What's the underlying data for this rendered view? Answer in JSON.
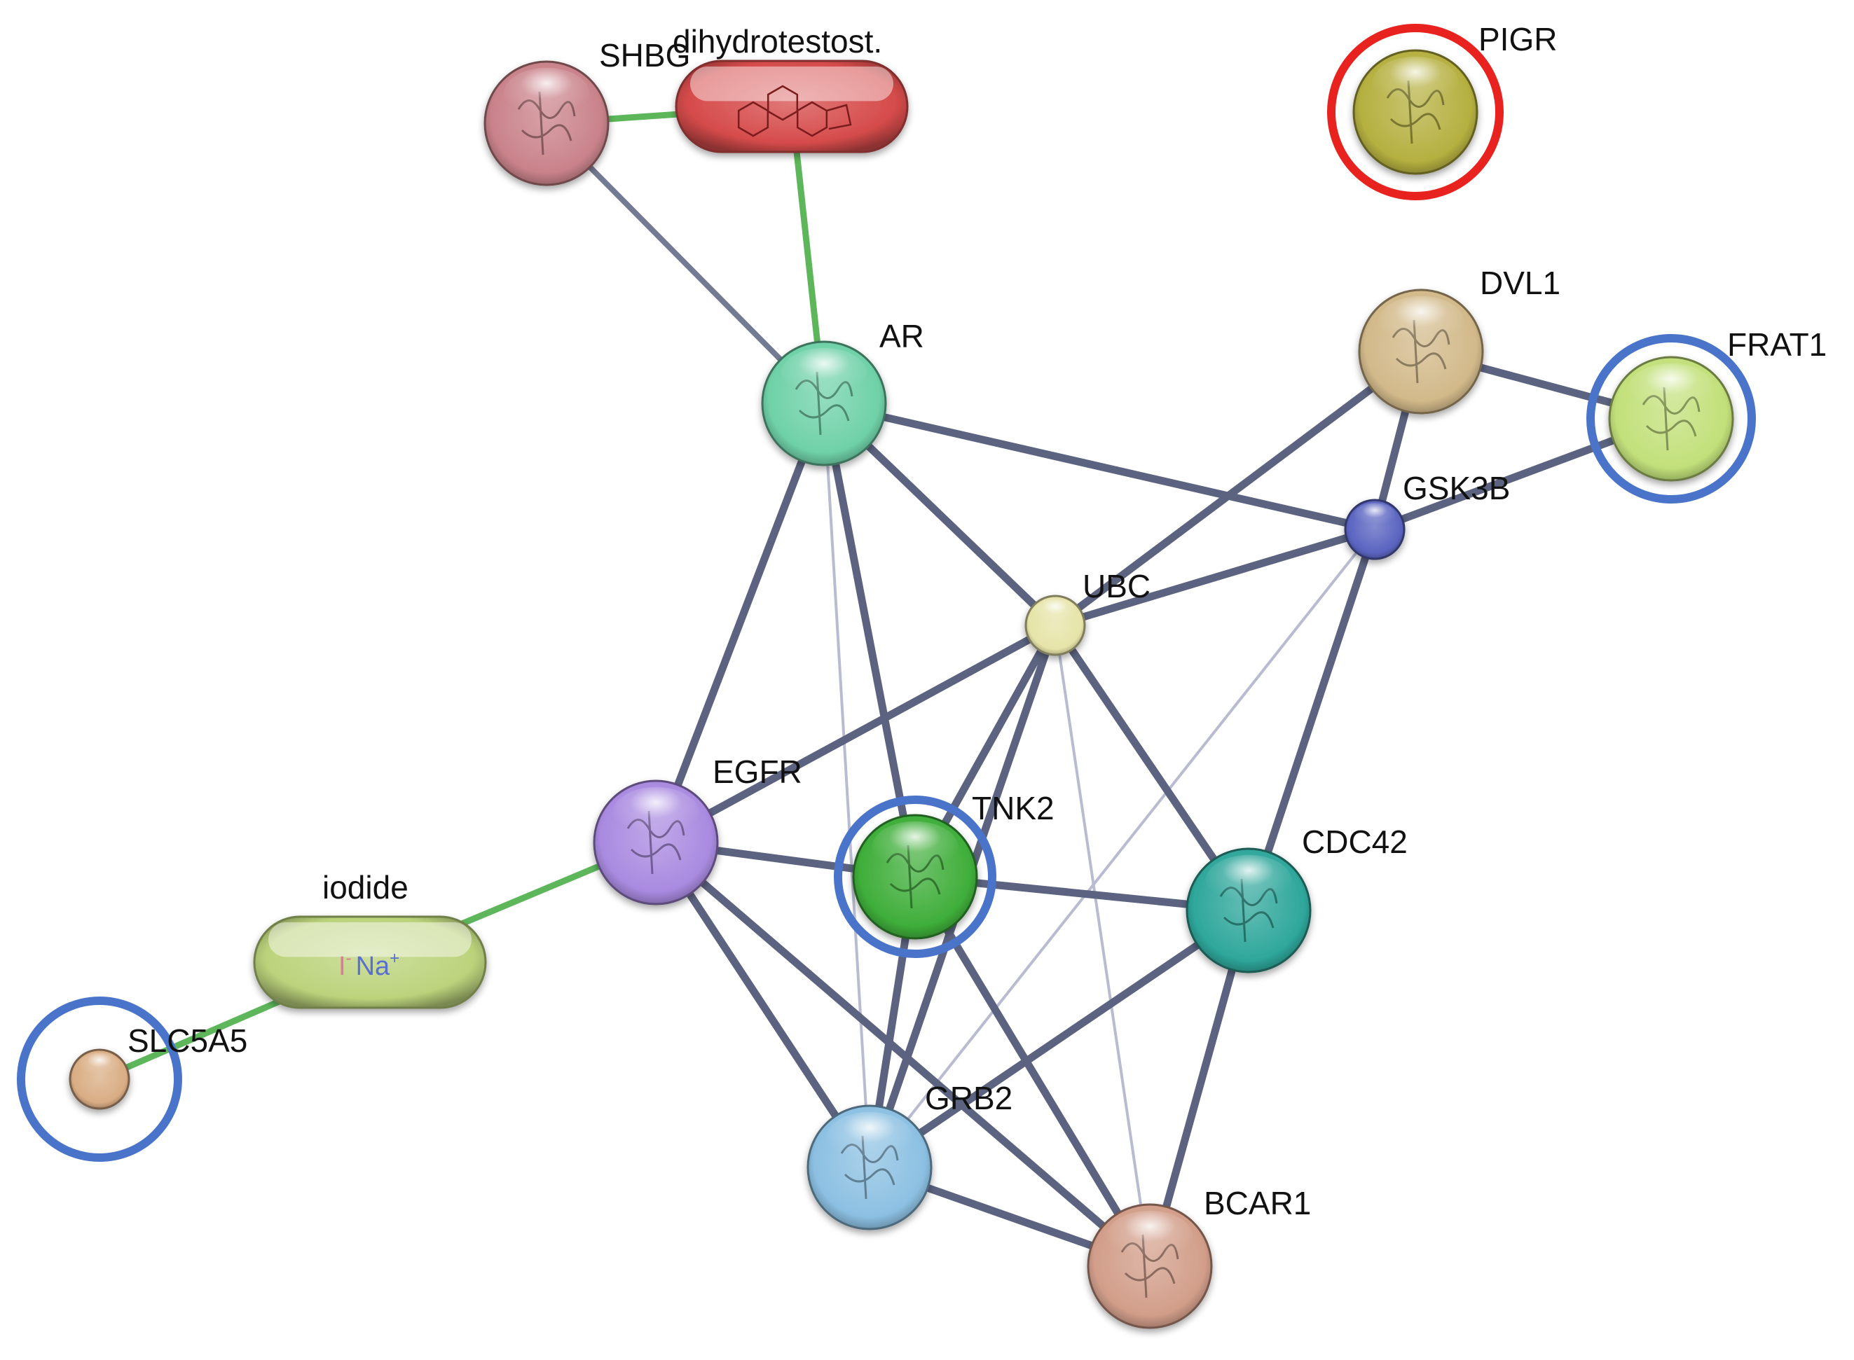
{
  "network": {
    "nodes": [
      {
        "id": "SHBG",
        "label": "SHBG",
        "kind": "protein",
        "color": "#c9828a"
      },
      {
        "id": "dihydrotestost",
        "label": "dihydrotestost.",
        "kind": "chemical",
        "color": "#d64b4b"
      },
      {
        "id": "PIGR",
        "label": "PIGR",
        "kind": "protein",
        "color": "#b5b040",
        "highlight": "red"
      },
      {
        "id": "AR",
        "label": "AR",
        "kind": "protein",
        "color": "#6fd1a8"
      },
      {
        "id": "DVL1",
        "label": "DVL1",
        "kind": "protein",
        "color": "#d2b98a"
      },
      {
        "id": "FRAT1",
        "label": "FRAT1",
        "kind": "protein",
        "color": "#c2e07a",
        "highlight": "blue"
      },
      {
        "id": "GSK3B",
        "label": "GSK3B",
        "kind": "protein",
        "color": "#5a64c0"
      },
      {
        "id": "UBC",
        "label": "UBC",
        "kind": "protein",
        "color": "#e6e4a8"
      },
      {
        "id": "EGFR",
        "label": "EGFR",
        "kind": "protein",
        "color": "#a98ae0"
      },
      {
        "id": "TNK2",
        "label": "TNK2",
        "kind": "protein",
        "color": "#3fae3a",
        "highlight": "blue"
      },
      {
        "id": "CDC42",
        "label": "CDC42",
        "kind": "protein",
        "color": "#2fa79b"
      },
      {
        "id": "iodide",
        "label": "iodide",
        "kind": "chemical",
        "color": "#bcd37c"
      },
      {
        "id": "SLC5A5",
        "label": "SLC5A5",
        "kind": "protein",
        "color": "#d9ad84",
        "highlight": "blue"
      },
      {
        "id": "GRB2",
        "label": "GRB2",
        "kind": "protein",
        "color": "#8cc0e2"
      },
      {
        "id": "BCAR1",
        "label": "BCAR1",
        "kind": "protein",
        "color": "#d29e8a"
      }
    ],
    "edges": [
      {
        "a": "SHBG",
        "b": "dihydrotestost",
        "type": "chemical"
      },
      {
        "a": "dihydrotestost",
        "b": "AR",
        "type": "chemical"
      },
      {
        "a": "SHBG",
        "b": "AR",
        "type": "medium"
      },
      {
        "a": "AR",
        "b": "GSK3B",
        "type": "strong"
      },
      {
        "a": "AR",
        "b": "UBC",
        "type": "strong"
      },
      {
        "a": "AR",
        "b": "EGFR",
        "type": "strong"
      },
      {
        "a": "AR",
        "b": "TNK2",
        "type": "strong"
      },
      {
        "a": "AR",
        "b": "GRB2",
        "type": "weak"
      },
      {
        "a": "DVL1",
        "b": "FRAT1",
        "type": "strong"
      },
      {
        "a": "DVL1",
        "b": "UBC",
        "type": "strong"
      },
      {
        "a": "DVL1",
        "b": "GSK3B",
        "type": "strong"
      },
      {
        "a": "FRAT1",
        "b": "GSK3B",
        "type": "strong"
      },
      {
        "a": "GSK3B",
        "b": "UBC",
        "type": "strong"
      },
      {
        "a": "GSK3B",
        "b": "CDC42",
        "type": "strong"
      },
      {
        "a": "GSK3B",
        "b": "GRB2",
        "type": "weak"
      },
      {
        "a": "UBC",
        "b": "EGFR",
        "type": "strong"
      },
      {
        "a": "UBC",
        "b": "TNK2",
        "type": "strong"
      },
      {
        "a": "UBC",
        "b": "GRB2",
        "type": "strong"
      },
      {
        "a": "UBC",
        "b": "CDC42",
        "type": "strong"
      },
      {
        "a": "UBC",
        "b": "BCAR1",
        "type": "weak"
      },
      {
        "a": "EGFR",
        "b": "TNK2",
        "type": "strong"
      },
      {
        "a": "EGFR",
        "b": "GRB2",
        "type": "strong"
      },
      {
        "a": "EGFR",
        "b": "BCAR1",
        "type": "strong"
      },
      {
        "a": "EGFR",
        "b": "iodide",
        "type": "chemical"
      },
      {
        "a": "iodide",
        "b": "SLC5A5",
        "type": "chemical"
      },
      {
        "a": "TNK2",
        "b": "CDC42",
        "type": "strong"
      },
      {
        "a": "TNK2",
        "b": "GRB2",
        "type": "strong"
      },
      {
        "a": "TNK2",
        "b": "BCAR1",
        "type": "strong"
      },
      {
        "a": "CDC42",
        "b": "GRB2",
        "type": "strong"
      },
      {
        "a": "CDC42",
        "b": "BCAR1",
        "type": "strong"
      },
      {
        "a": "GRB2",
        "b": "BCAR1",
        "type": "strong"
      }
    ],
    "iodide_formula": {
      "anion": "I",
      "anion_charge": "-",
      "cation": "Na",
      "cation_charge": "+"
    },
    "colors": {
      "edge_strong": "#5b6380",
      "edge_weak": "#b9bcd0",
      "edge_chemical": "#5db65a",
      "highlight_blue": "#4a74c9",
      "highlight_red": "#e8231f"
    }
  }
}
